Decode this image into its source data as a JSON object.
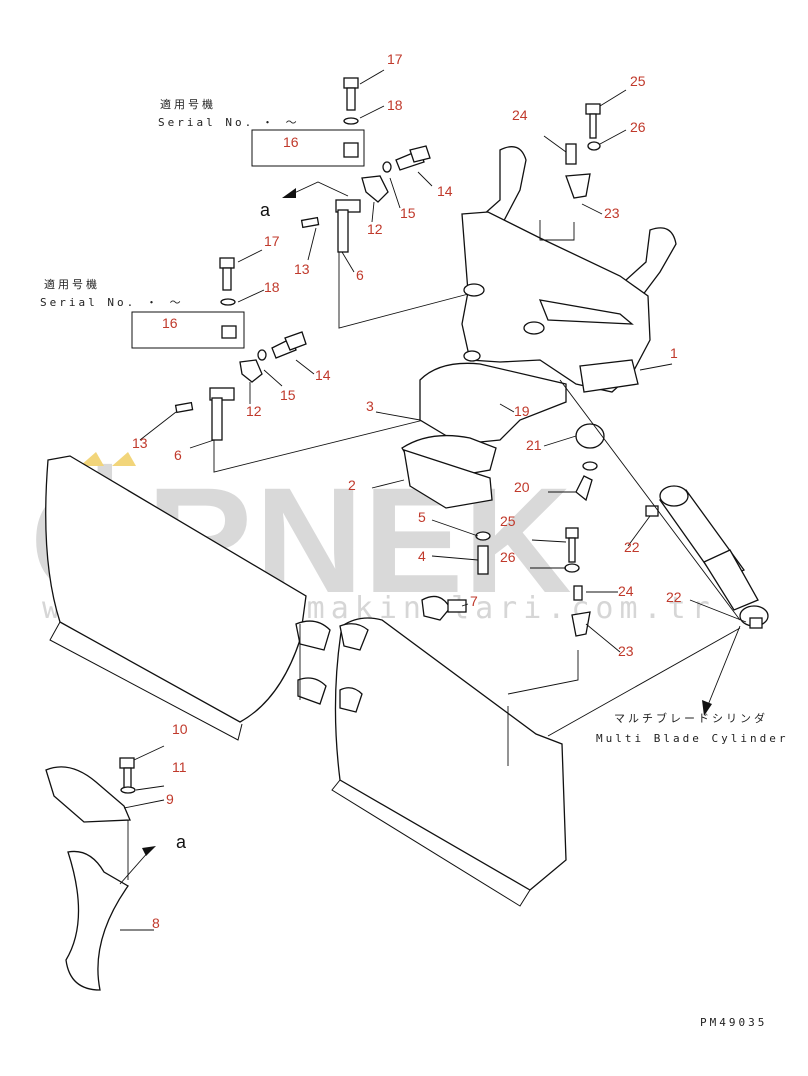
{
  "serial_label_jp": "適用号機",
  "serial_label_en": "Serial No.",
  "serial_range_symbols": "・ 〜",
  "section_letter": "a",
  "cylinder_label_jp": "マルチブレードシリンダ",
  "cylinder_label_en": "Multi Blade Cylinder",
  "drawing_code": "PM49035",
  "watermark": {
    "brand": "ÖRNEK",
    "url": "www.ornekismakinalari.com.tr"
  },
  "callouts": {
    "n1": "1",
    "n2": "2",
    "n3": "3",
    "n4": "4",
    "n5": "5",
    "n6a": "6",
    "n6b": "6",
    "n7": "7",
    "n8": "8",
    "n9": "9",
    "n10": "10",
    "n11": "11",
    "n12a": "12",
    "n12b": "12",
    "n13a": "13",
    "n13b": "13",
    "n14a": "14",
    "n14b": "14",
    "n15a": "15",
    "n15b": "15",
    "n16a": "16",
    "n16b": "16",
    "n17a": "17",
    "n17b": "17",
    "n18a": "18",
    "n18b": "18",
    "n19": "19",
    "n20": "20",
    "n21": "21",
    "n22a": "22",
    "n22b": "22",
    "n23a": "23",
    "n23b": "23",
    "n24a": "24",
    "n24b": "24",
    "n25a": "25",
    "n25b": "25",
    "n26a": "26",
    "n26b": "26"
  },
  "colors": {
    "callout": "#c0392b",
    "line": "#111111",
    "watermark": "#d9d9d9",
    "accent": "#f2d57a"
  }
}
